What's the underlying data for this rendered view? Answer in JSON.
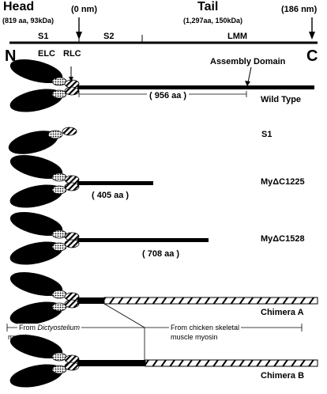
{
  "header": {
    "head_title": "Head",
    "head_sub": "(819 aa, 93kDa)",
    "zero_nm": "(0 nm)",
    "tail_title": "Tail",
    "tail_sub": "(1,297aa, 150kDa)",
    "end_nm": "(186 nm)"
  },
  "axis": {
    "n_label": "N",
    "c_label": "C",
    "segments": {
      "s1": "S1",
      "s2": "S2",
      "lmm": "LMM"
    }
  },
  "annotations": {
    "elc": "ELC",
    "rlc": "RLC",
    "assembly_domain": "Assembly Domain",
    "wt_length": "( 956 aa )",
    "c1225_length": "( 405 aa )",
    "c1528_length": "( 708 aa )",
    "from_dicty_prefix": "From ",
    "from_dicty_species": "Dictyostelium",
    "from_dicty_line2": "myosin",
    "from_chicken_line1": "From chicken skeletal",
    "from_chicken_line2": "muscle myosin"
  },
  "constructs": [
    {
      "label": "Wild Type"
    },
    {
      "label": "S1"
    },
    {
      "label": "MyΔC1225"
    },
    {
      "label": "MyΔC1528"
    },
    {
      "label": "Chimera A"
    },
    {
      "label": "Chimera B"
    }
  ]
}
